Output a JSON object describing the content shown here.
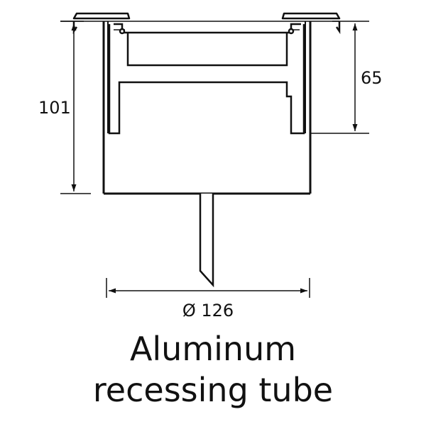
{
  "drawing": {
    "dimensions": {
      "overall_height": "101",
      "recess_depth": "65",
      "diameter": "Ø 126"
    },
    "caption": {
      "line1": "Aluminum",
      "line2": "recessing tube"
    }
  }
}
